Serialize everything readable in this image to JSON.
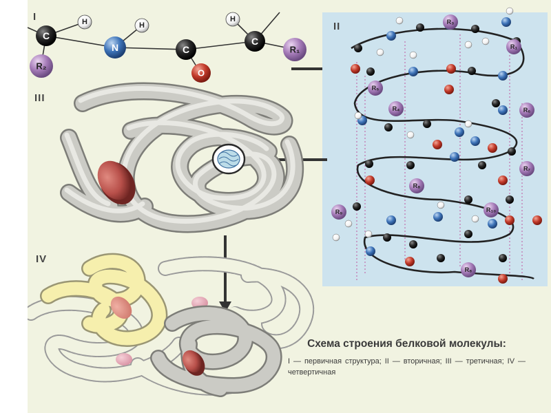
{
  "section_labels": {
    "primary": "I",
    "secondary": "II",
    "tertiary": "III",
    "quaternary": "IV"
  },
  "primary_atoms": {
    "carbon": "C",
    "nitrogen": "N",
    "oxygen": "O",
    "hydrogen": "H",
    "r2": "R₂",
    "r1": "R₁"
  },
  "caption": {
    "title": "Схема строения белковой молекулы:",
    "body": "I — первичная структура; II — вторичная; III — третичная; IV — четвертичная"
  },
  "helix_r_groups": [
    "R₃",
    "R₁",
    "R₅",
    "R₄",
    "R₆",
    "R₇",
    "R₈",
    "R₉",
    "R₁₀",
    "R₈"
  ],
  "colors": {
    "background": "#f1f3e1",
    "helix_panel": "#cde3ee",
    "nitrogen": "#3d73b8",
    "oxygen": "#c23a2a",
    "r_group": "#a57bb8",
    "carbon": "#1a1a1a",
    "hydrogen": "#ffffff",
    "tube_gray": "#c9c9c4",
    "tube_yellow": "#f6efad",
    "heme": "#b8504a"
  },
  "icons": [
    "arrow-right-icon",
    "arrow-left-icon",
    "arrow-down-icon"
  ]
}
